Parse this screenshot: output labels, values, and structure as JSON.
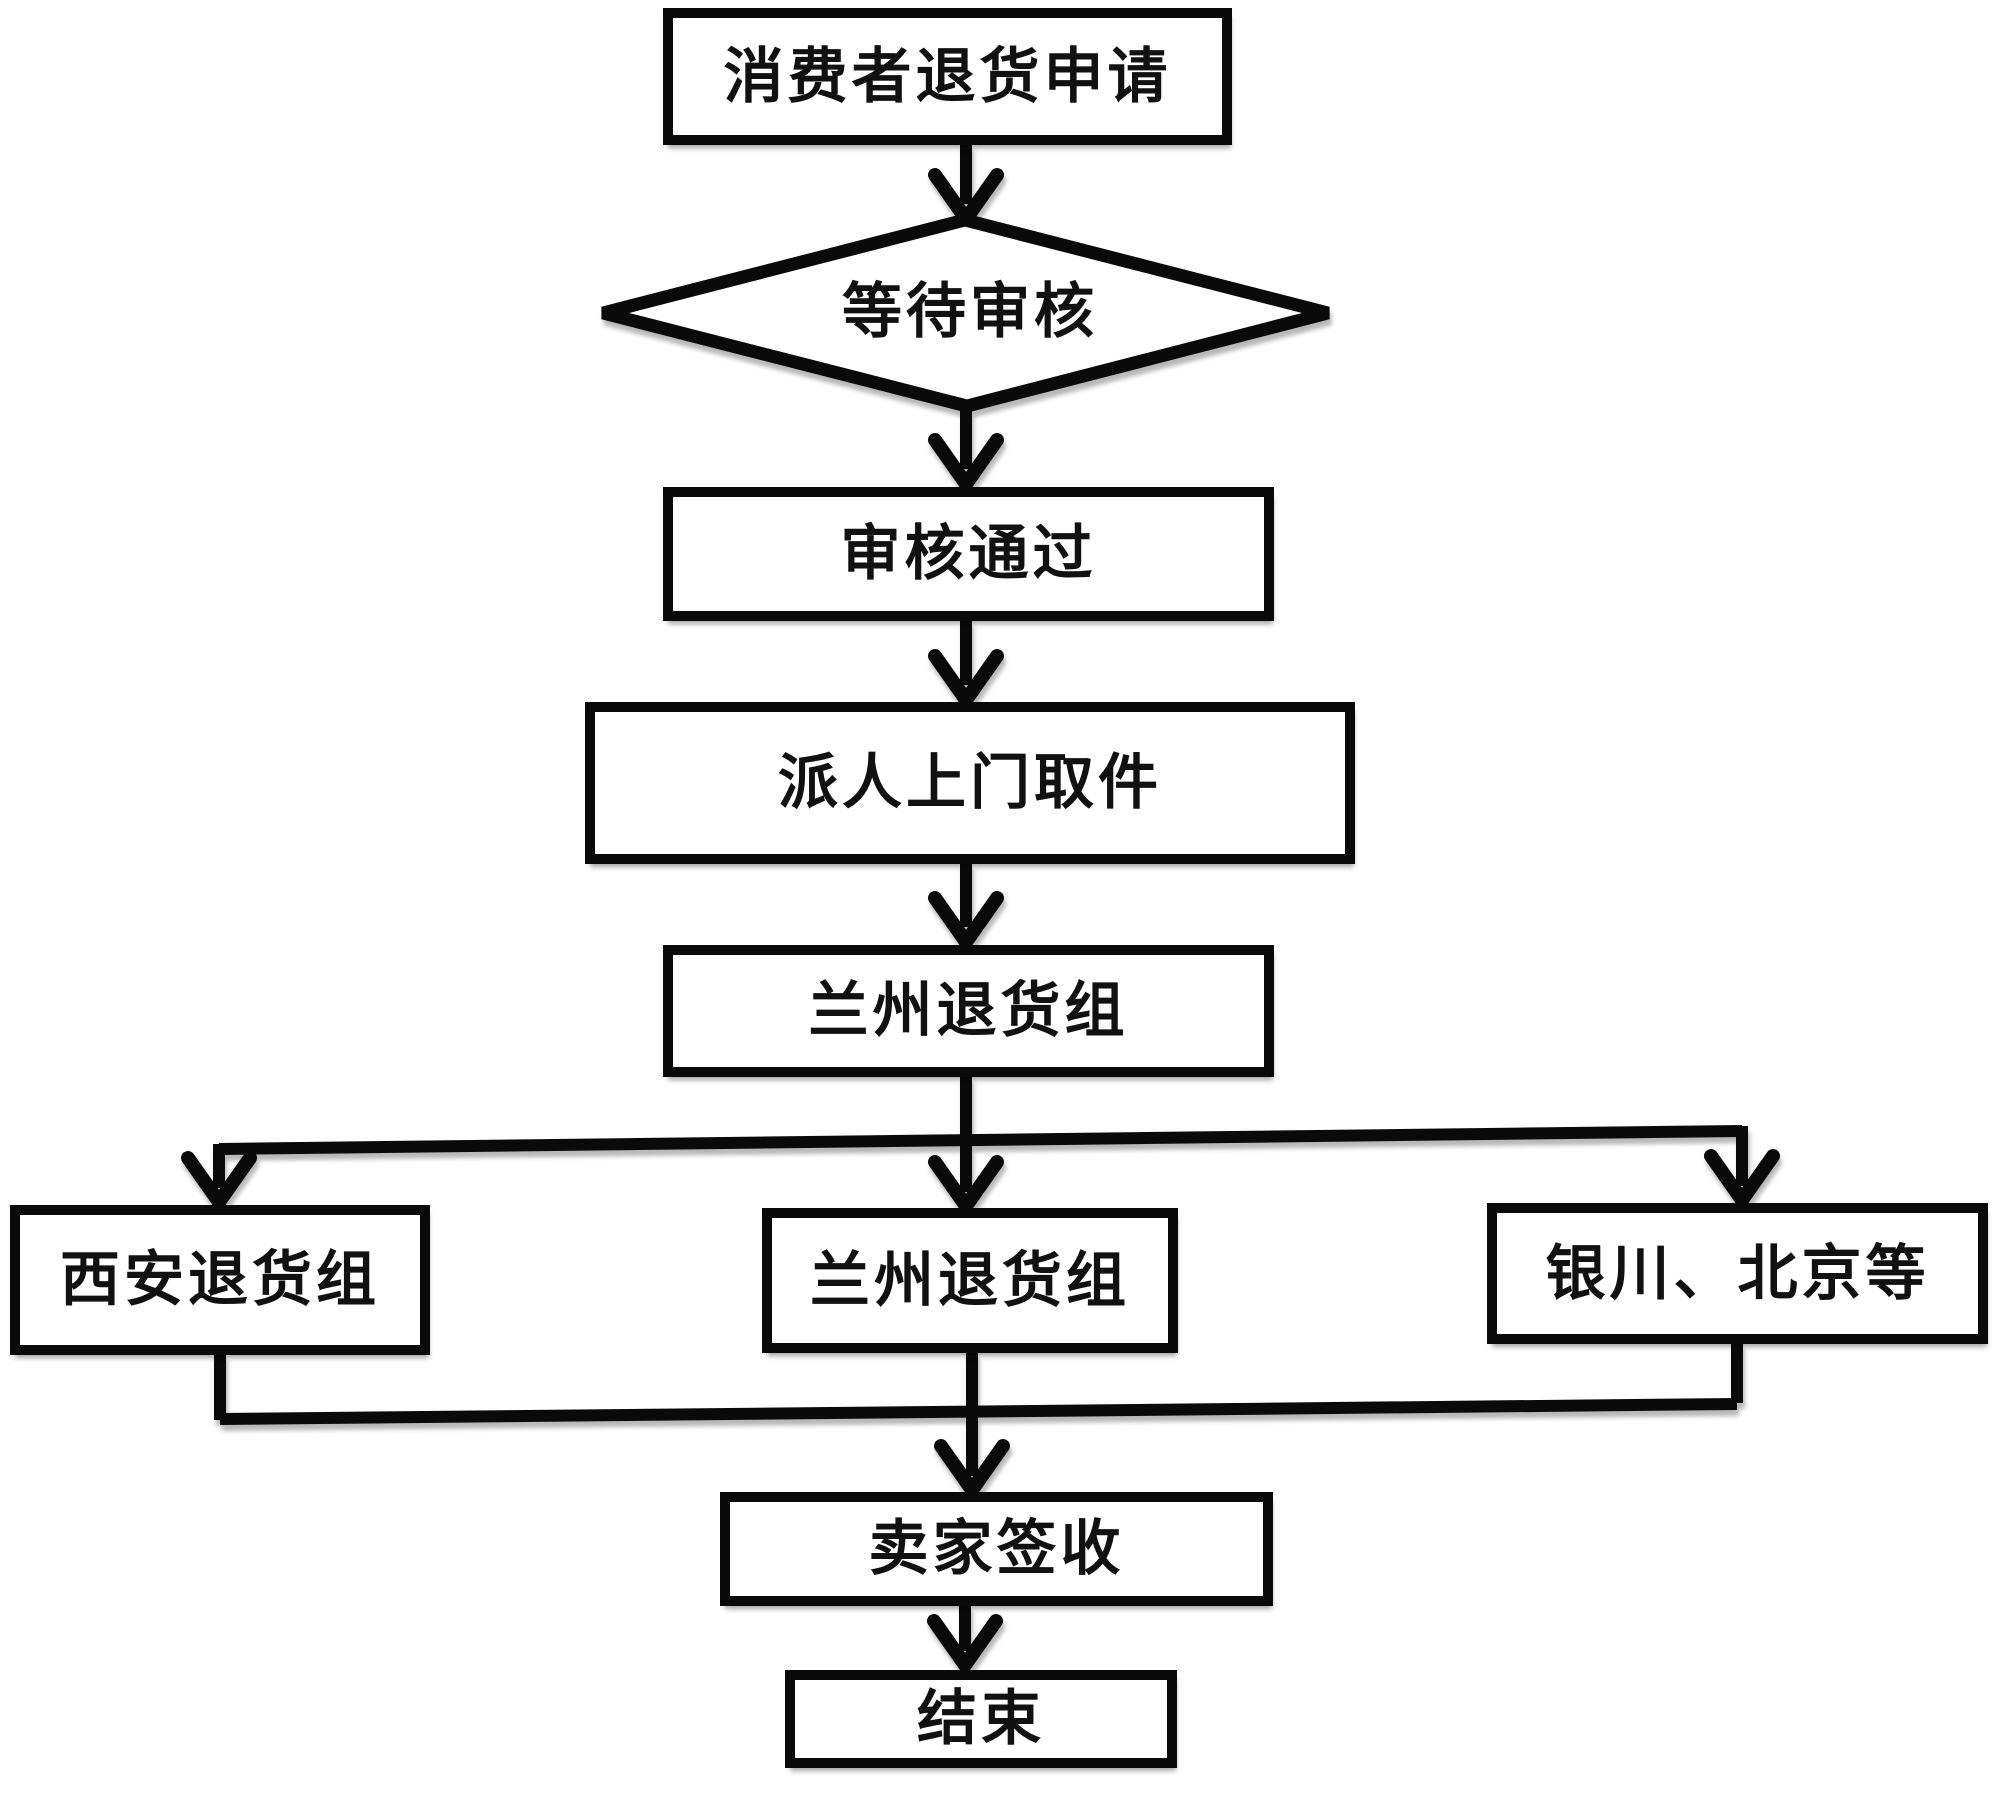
{
  "diagram": {
    "type": "flowchart",
    "background_color": "#ffffff",
    "stroke_color": "#0a0a0a",
    "text_color": "#111111",
    "nodes": [
      {
        "id": "start",
        "label": "消费者退货申请",
        "shape": "rectangle"
      },
      {
        "id": "await_review",
        "label": "等待审核",
        "shape": "diamond"
      },
      {
        "id": "review_passed",
        "label": "审核通过",
        "shape": "rectangle"
      },
      {
        "id": "door_pickup",
        "label": "派人上门取件",
        "shape": "rectangle"
      },
      {
        "id": "lanzhou_group_main",
        "label": "兰州退货组",
        "shape": "rectangle"
      },
      {
        "id": "xian_group",
        "label": "西安退货组",
        "shape": "rectangle"
      },
      {
        "id": "lanzhou_group_branch",
        "label": "兰州退货组",
        "shape": "rectangle"
      },
      {
        "id": "yinchuan_beijing",
        "label": "银川、北京等",
        "shape": "rectangle"
      },
      {
        "id": "seller_sign",
        "label": "卖家签收",
        "shape": "rectangle"
      },
      {
        "id": "end",
        "label": "结束",
        "shape": "rectangle"
      }
    ],
    "edges": [
      {
        "from": "start",
        "to": "await_review"
      },
      {
        "from": "await_review",
        "to": "review_passed"
      },
      {
        "from": "review_passed",
        "to": "door_pickup"
      },
      {
        "from": "door_pickup",
        "to": "lanzhou_group_main"
      },
      {
        "from": "lanzhou_group_main",
        "to": "xian_group"
      },
      {
        "from": "lanzhou_group_main",
        "to": "lanzhou_group_branch"
      },
      {
        "from": "lanzhou_group_main",
        "to": "yinchuan_beijing"
      },
      {
        "from": "xian_group",
        "to": "seller_sign"
      },
      {
        "from": "lanzhou_group_branch",
        "to": "seller_sign"
      },
      {
        "from": "yinchuan_beijing",
        "to": "seller_sign"
      },
      {
        "from": "seller_sign",
        "to": "end"
      }
    ]
  }
}
